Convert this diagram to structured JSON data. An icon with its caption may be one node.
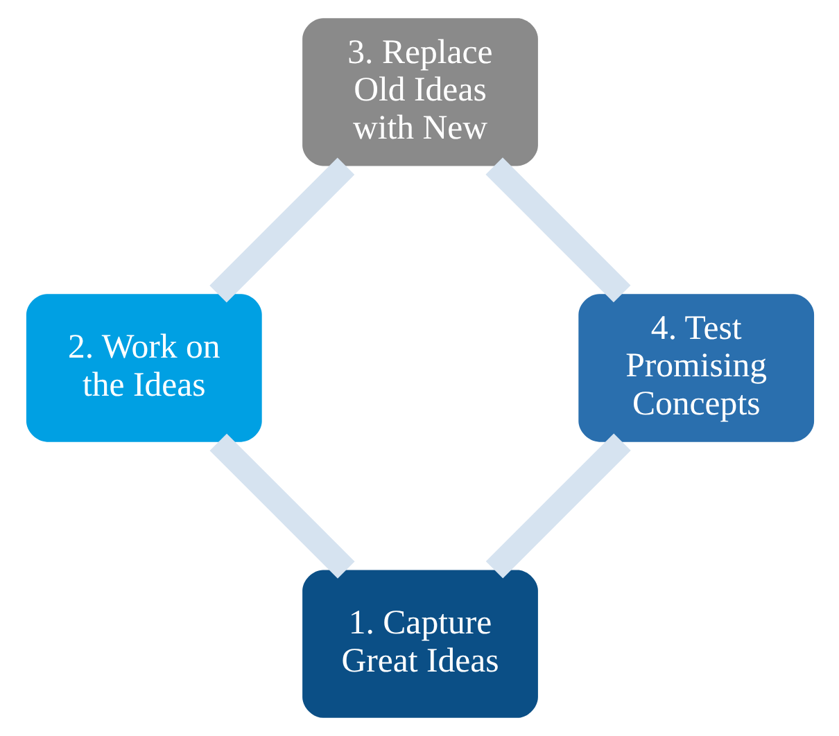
{
  "diagram": {
    "nodes": [
      {
        "text": [
          "1. Capture Great Ideas"
        ]
      },
      {
        "text": [
          "2. Work on the Ideas"
        ]
      },
      {
        "text": [
          "3. Replace Old Ideas with New"
        ]
      },
      {
        "text": [
          "4. Test Promising Concepts"
        ]
      }
    ],
    "edges": [
      {
        "from": 0,
        "to": 1,
        "arrow": "none"
      },
      {
        "from": 1,
        "to": 2,
        "arrow": "none"
      },
      {
        "from": 2,
        "to": 3,
        "arrow": "none"
      },
      {
        "from": 3,
        "to": 0,
        "arrow": "none"
      }
    ]
  }
}
